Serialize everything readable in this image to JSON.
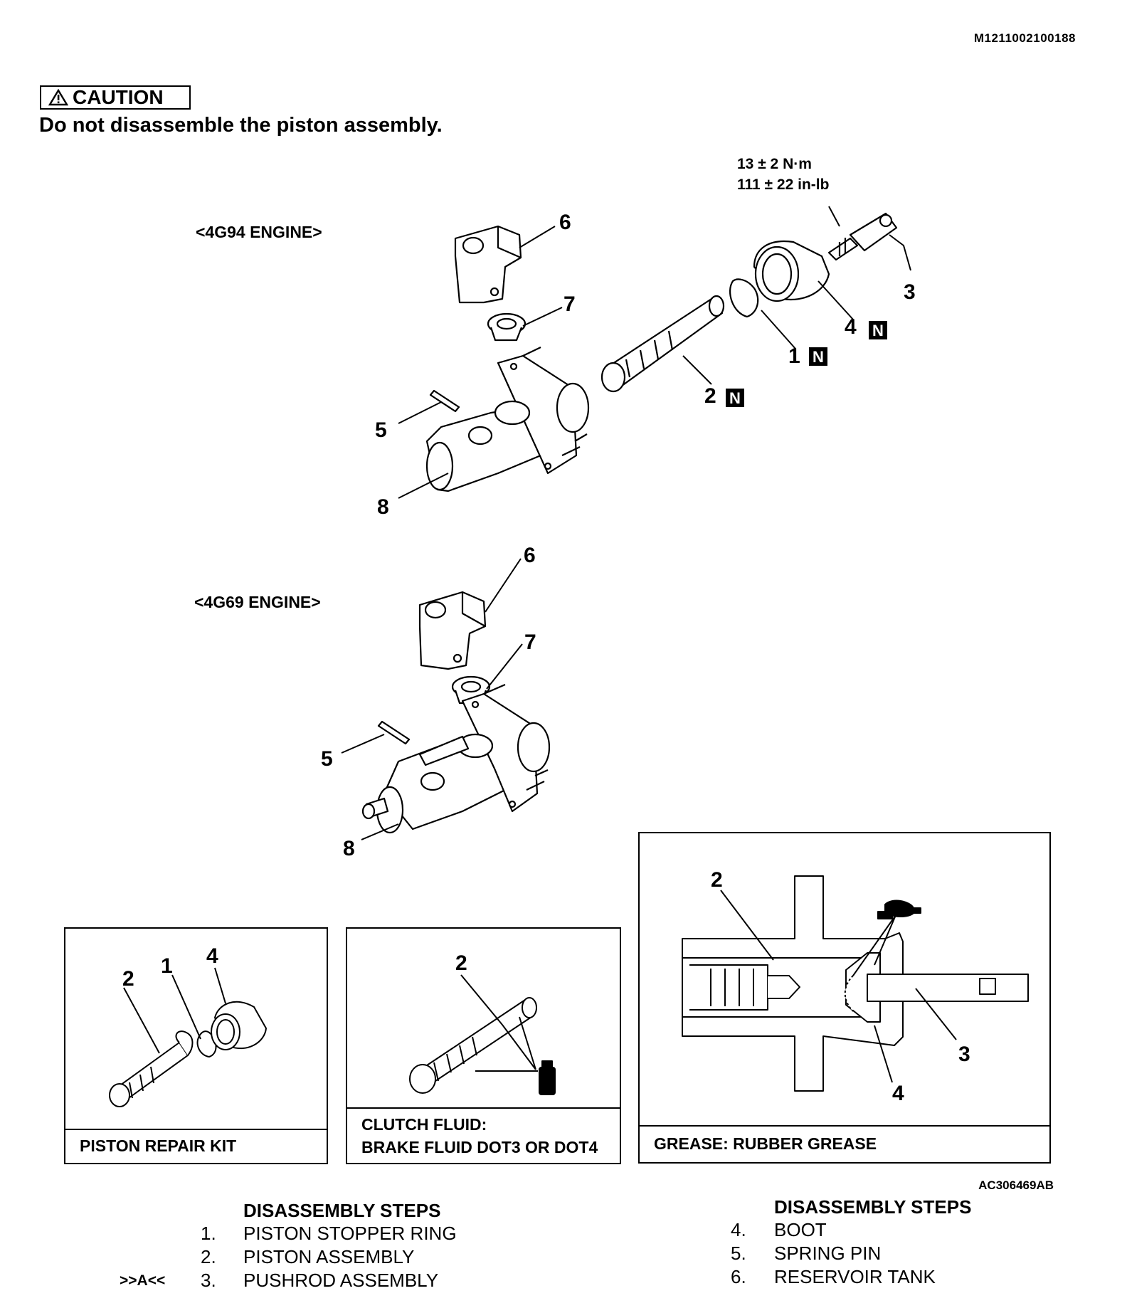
{
  "doc_id": "M1211002100188",
  "caution": {
    "label": "CAUTION",
    "text": "Do not disassemble the piston assembly."
  },
  "figure": {
    "engine_a": "<4G94 ENGINE>",
    "engine_b": "<4G69 ENGINE>",
    "torque_line1": "13 ± 2 N·m",
    "torque_line2": "111 ± 22 in-lb",
    "new_part_mark": "N",
    "figure_id": "AC306469AB",
    "callouts": [
      "1",
      "2",
      "3",
      "4",
      "5",
      "6",
      "7",
      "8"
    ]
  },
  "panels": {
    "repair_kit": {
      "caption": "PISTON REPAIR KIT"
    },
    "fluid": {
      "caption_line1": "CLUTCH FLUID:",
      "caption_line2": "BRAKE FLUID DOT3 OR DOT4"
    },
    "grease": {
      "caption": "GREASE: RUBBER GREASE"
    }
  },
  "steps_left": {
    "title": "DISASSEMBLY STEPS",
    "items": [
      {
        "num": "1.",
        "label": "PISTON STOPPER RING",
        "ref": ""
      },
      {
        "num": "2.",
        "label": "PISTON ASSEMBLY",
        "ref": ""
      },
      {
        "num": "3.",
        "label": "PUSHROD ASSEMBLY",
        "ref": ">>A<<"
      }
    ]
  },
  "steps_right": {
    "title": "DISASSEMBLY STEPS",
    "items": [
      {
        "num": "4.",
        "label": "BOOT"
      },
      {
        "num": "5.",
        "label": "SPRING PIN"
      },
      {
        "num": "6.",
        "label": "RESERVOIR TANK"
      }
    ]
  }
}
